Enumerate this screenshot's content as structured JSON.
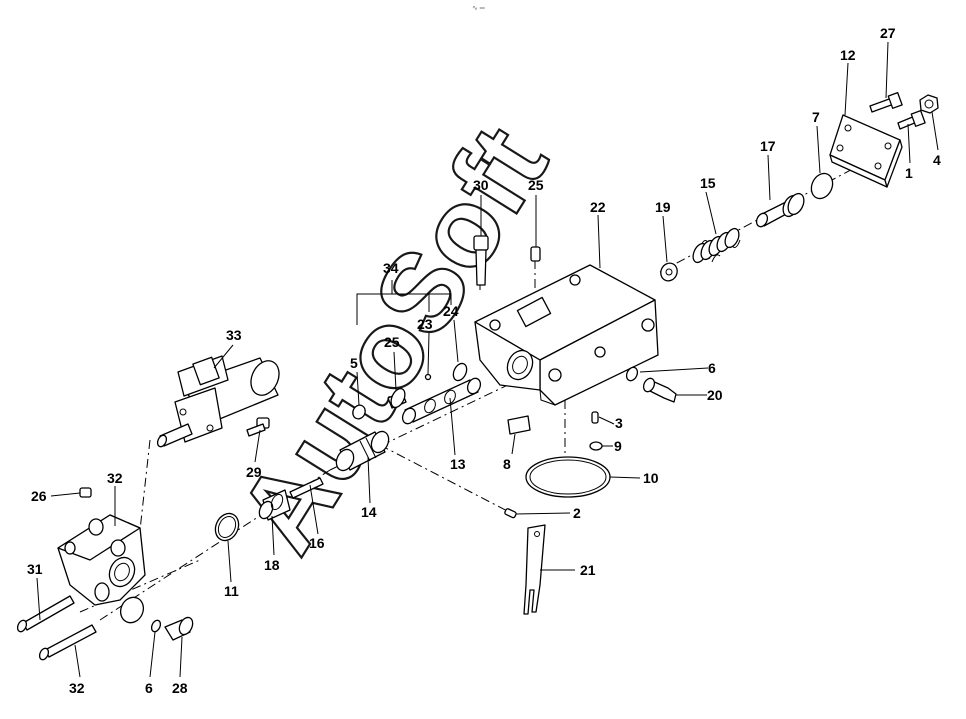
{
  "diagram": {
    "top_mark": "∿ ═",
    "watermark": "AutoSoft",
    "callouts": [
      "1",
      "2",
      "3",
      "4",
      "5",
      "6",
      "6",
      "7",
      "7",
      "8",
      "9",
      "10",
      "11",
      "12",
      "13",
      "14",
      "15",
      "16",
      "17",
      "18",
      "19",
      "20",
      "21",
      "22",
      "23",
      "24",
      "25",
      "25",
      "26",
      "27",
      "28",
      "29",
      "30",
      "31",
      "32",
      "33",
      "34"
    ]
  }
}
